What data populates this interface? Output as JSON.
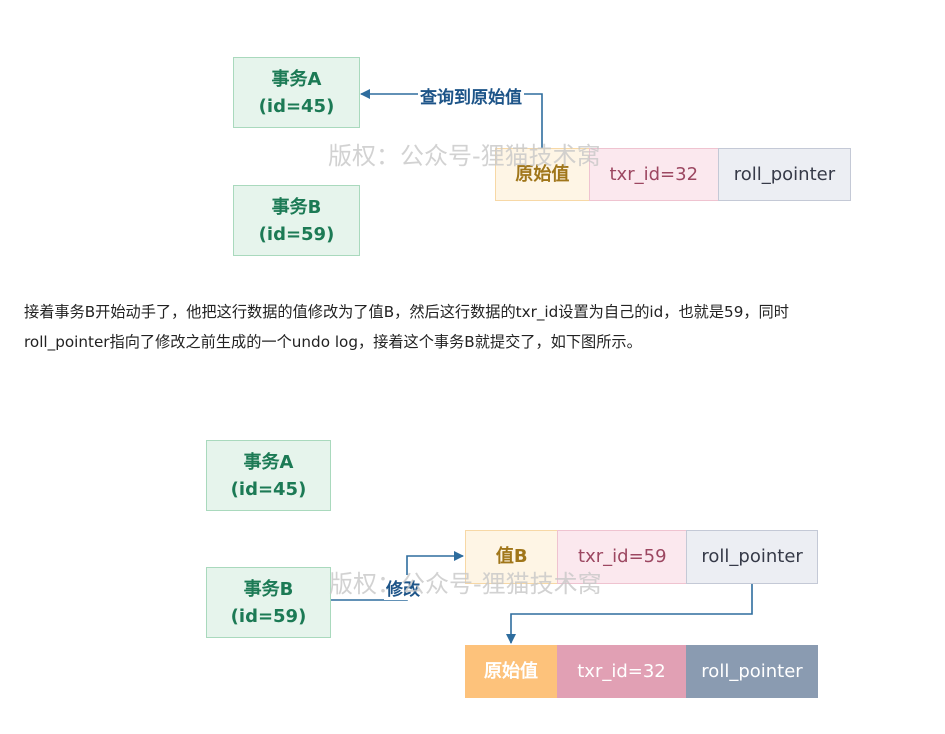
{
  "diagram1": {
    "tx_a": {
      "name": "事务A",
      "id": "(id=45)"
    },
    "tx_b": {
      "name": "事务B",
      "id": "(id=59)"
    },
    "arrow_label": "查询到原始值",
    "watermark": "版权：公众号-狸猫技术窝",
    "record": {
      "value": "原始值",
      "txr": "txr_id=32",
      "pointer": "roll_pointer"
    }
  },
  "paragraph": {
    "line1": "接着事务B开始动手了，他把这行数据的值修改为了值B，然后这行数据的txr_id设置为自己的id，也就是59，同时",
    "line2": "roll_pointer指向了修改之前生成的一个undo log，接着这个事务B就提交了，如下图所示。"
  },
  "diagram2": {
    "tx_a": {
      "name": "事务A",
      "id": "(id=45)"
    },
    "tx_b": {
      "name": "事务B",
      "id": "(id=59)"
    },
    "arrow_label": "修改",
    "watermark": "版权：公众号-狸猫技术窝",
    "new_record": {
      "value": "值B",
      "txr": "txr_id=59",
      "pointer": "roll_pointer"
    },
    "undo_record": {
      "value": "原始值",
      "txr": "txr_id=32",
      "pointer": "roll_pointer"
    }
  },
  "colors": {
    "tx_fill": "#e6f4ec",
    "tx_border": "#a9d9bd",
    "tx_text": "#1c7a55",
    "arrow": "#2e6d9e",
    "label_text": "#1d5488"
  }
}
